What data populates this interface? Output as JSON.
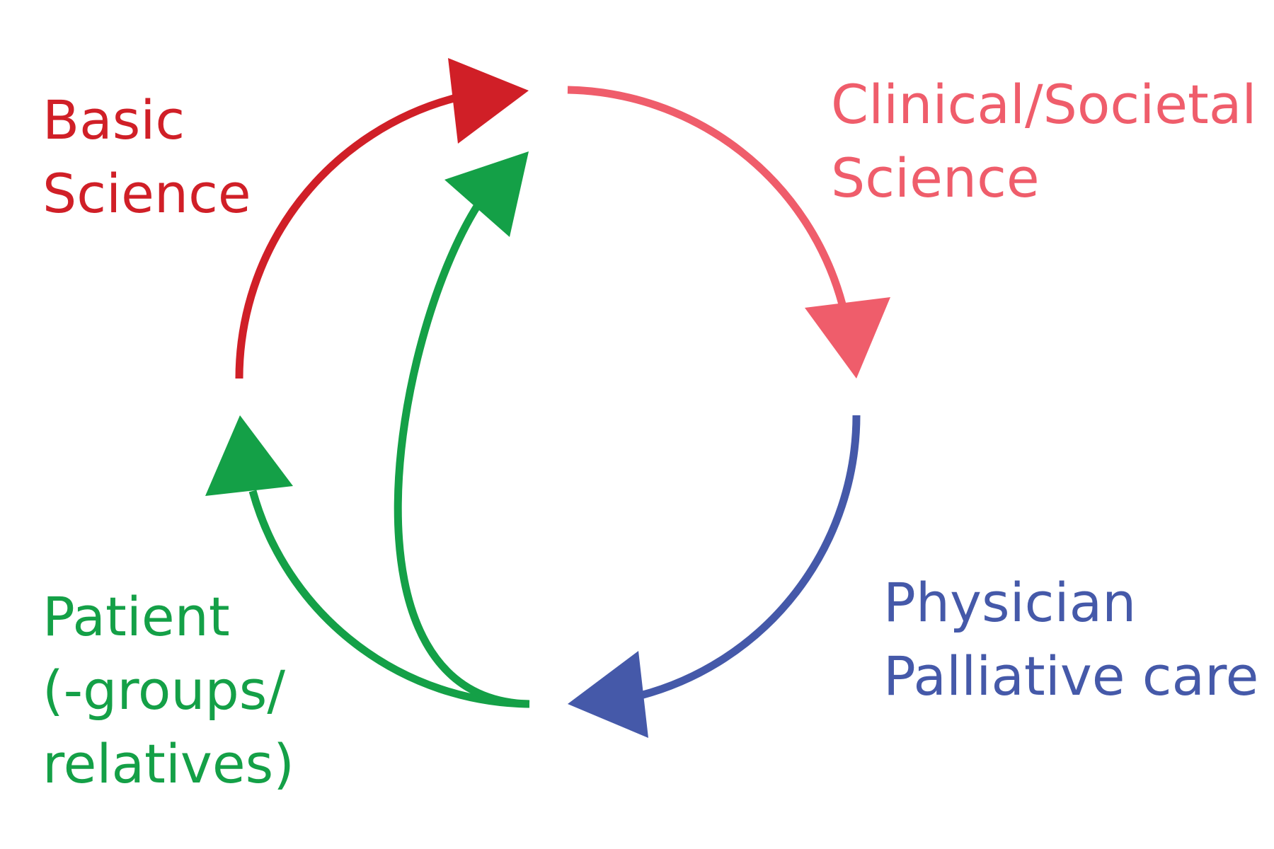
{
  "colors": {
    "basic_science": "#D01F27",
    "clinical_science": "#EF5D6B",
    "physician": "#4559A9",
    "patient": "#14A047",
    "background": "#FFFFFF"
  },
  "nodes": {
    "basic_science": {
      "line1": "Basic",
      "line2": "Science"
    },
    "clinical_science": {
      "line1": "Clinical/Societal",
      "line2": "Science"
    },
    "physician": {
      "line1": "Physician",
      "line2": "Palliative care"
    },
    "patient": {
      "line1": "Patient",
      "line2": "(-groups/",
      "line3": "relatives)"
    }
  },
  "edges": [
    {
      "from": "Basic Science",
      "to": "Clinical/Societal Science",
      "color_key": "basic_science"
    },
    {
      "from": "Clinical/Societal Science",
      "to": "Physician Palliative care",
      "color_key": "clinical_science"
    },
    {
      "from": "Physician Palliative care",
      "to": "Patient (-groups/ relatives)",
      "color_key": "physician"
    },
    {
      "from": "Patient (-groups/ relatives)",
      "to": "Basic Science",
      "color_key": "patient"
    },
    {
      "from": "Patient (-groups/ relatives)",
      "to": "Clinical/Societal Science",
      "color_key": "patient"
    }
  ]
}
